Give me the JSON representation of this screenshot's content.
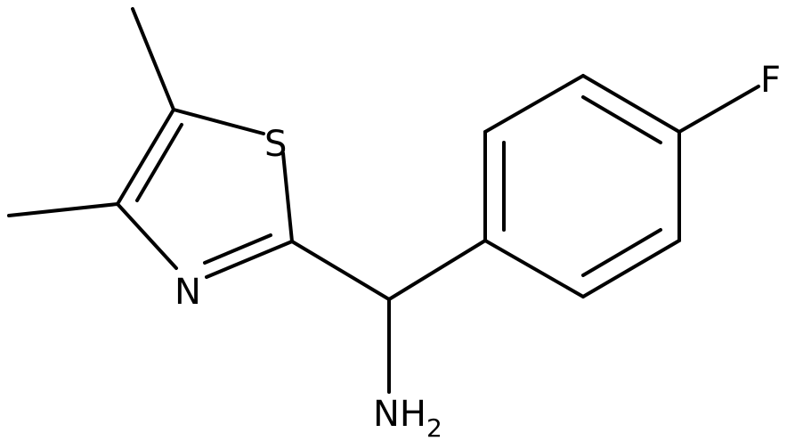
{
  "atoms": {
    "sulfur": "S",
    "nitrogen": "N",
    "fluorine": "F",
    "amine": "NH",
    "amine_subscript": "2"
  }
}
